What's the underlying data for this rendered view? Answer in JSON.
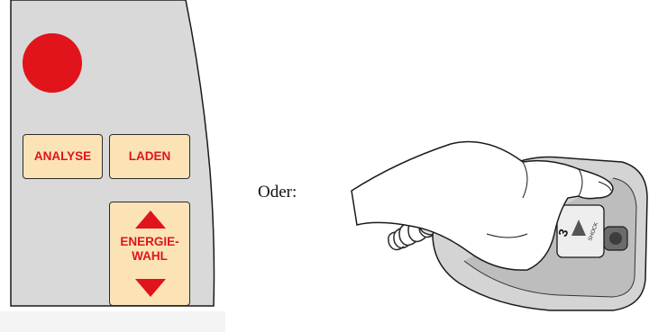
{
  "panel": {
    "colors": {
      "panel_fill": "#d9d9d9",
      "button_fill": "#fbe3b5",
      "accent_red": "#e0141a"
    },
    "shock_button_icon": "red-circle-icon",
    "buttons": {
      "analyse_label": "ANALYSE",
      "laden_label": "LADEN",
      "energie_line1": "ENERGIE-",
      "energie_line2": "WAHL",
      "energie_up_icon": "triangle-up-icon",
      "energie_down_icon": "triangle-down-icon"
    }
  },
  "oder_label": "Oder:",
  "hand_illustration": {
    "icon": "hand-pressing-paddle-button-icon",
    "paddle_button_number": "3",
    "paddle_button_text": "SHOCK"
  }
}
